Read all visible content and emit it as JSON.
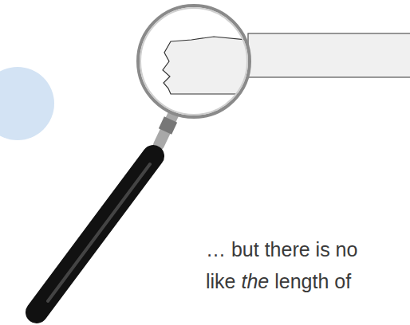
{
  "diagram": {
    "labels": [
      "… but there is no",
      "like",
      "the",
      "length of"
    ]
  }
}
